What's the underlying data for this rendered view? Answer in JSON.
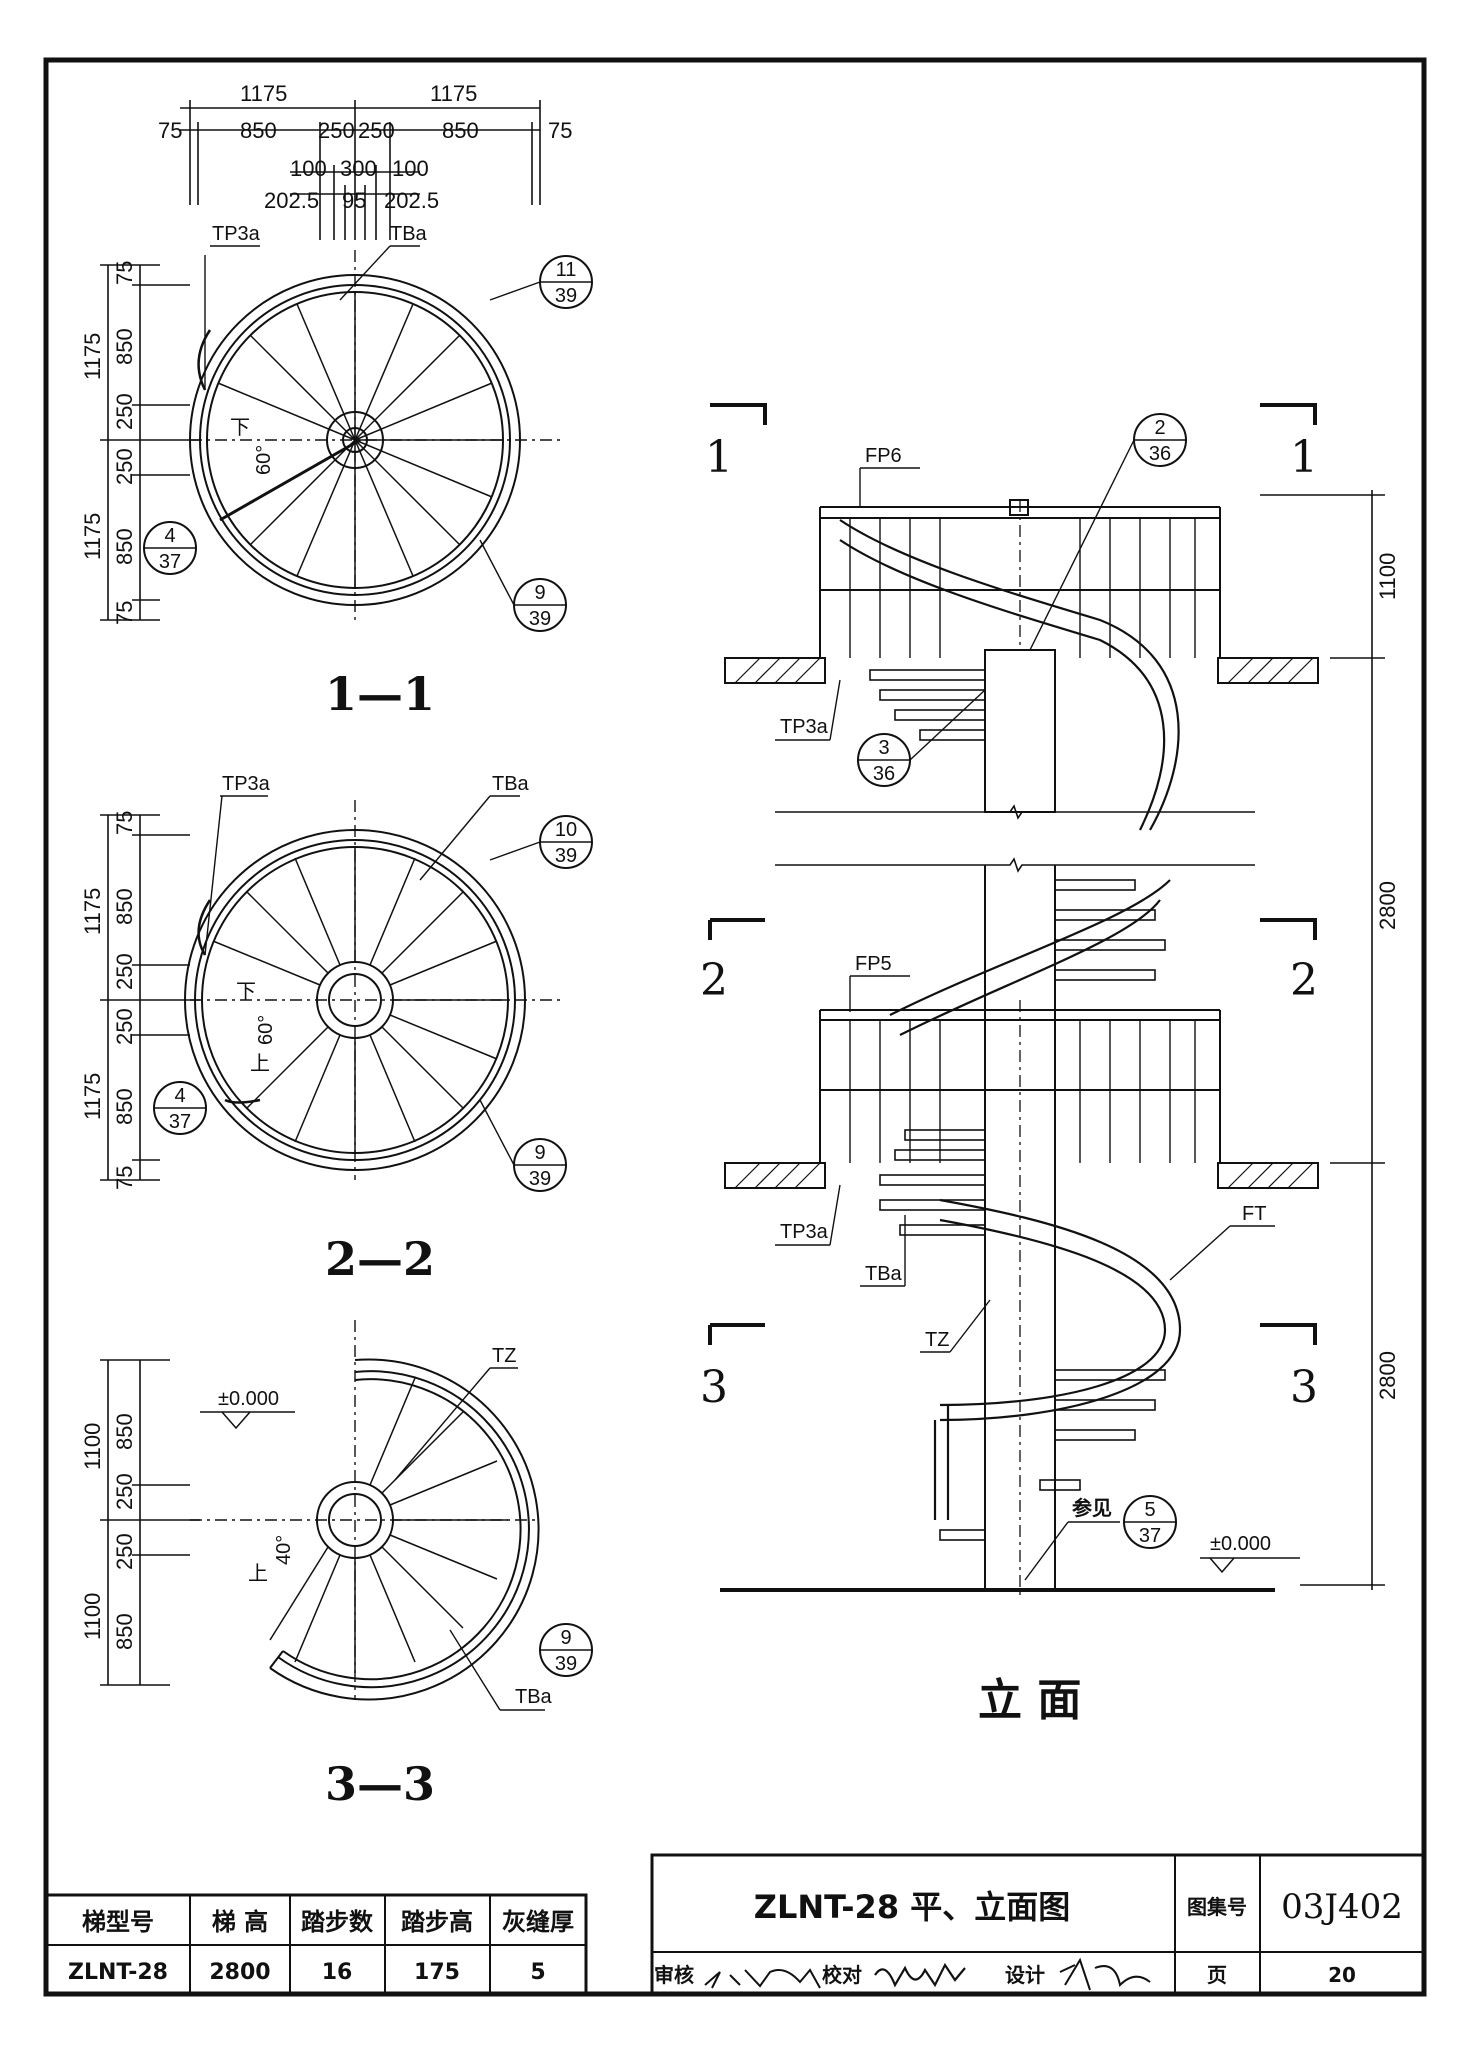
{
  "top_dims": {
    "row1": [
      "1175",
      "1175"
    ],
    "row2": [
      "75",
      "850",
      "250",
      "250",
      "850",
      "75"
    ],
    "row3": [
      "100",
      "300",
      "100"
    ],
    "row4": [
      "202.5",
      "95",
      "202.5"
    ]
  },
  "plan_1": {
    "caption": "1—1",
    "side_dims_outer": [
      "1175",
      "1175"
    ],
    "side_dims_inner": [
      "75",
      "850",
      "250",
      "250",
      "850",
      "75"
    ],
    "labels": {
      "tp": "TP3a",
      "tb": "TBa",
      "down": "下",
      "angle": "60°"
    },
    "refs": [
      {
        "num": "11",
        "den": "39"
      },
      {
        "num": "4",
        "den": "37"
      },
      {
        "num": "9",
        "den": "39"
      }
    ]
  },
  "plan_2": {
    "caption": "2—2",
    "side_dims_outer": [
      "1175",
      "1175"
    ],
    "side_dims_inner": [
      "75",
      "850",
      "250",
      "250",
      "850",
      "75"
    ],
    "labels": {
      "tp": "TP3a",
      "tb": "TBa",
      "down": "下",
      "up": "上",
      "angle": "60°"
    },
    "refs": [
      {
        "num": "10",
        "den": "39"
      },
      {
        "num": "4",
        "den": "37"
      },
      {
        "num": "9",
        "den": "39"
      }
    ]
  },
  "plan_3": {
    "caption": "3—3",
    "side_dims_outer": [
      "1100",
      "1100"
    ],
    "side_dims_inner": [
      "850",
      "250",
      "250",
      "850"
    ],
    "labels": {
      "level": "±0.000",
      "tz": "TZ",
      "tb": "TBa",
      "up": "上",
      "angle": "40°"
    },
    "refs": [
      {
        "num": "9",
        "den": "39"
      }
    ]
  },
  "elevation": {
    "caption": "立 面",
    "section_marks": [
      "1",
      "1",
      "2",
      "2",
      "3",
      "3"
    ],
    "labels": {
      "fp6": "FP6",
      "fp5": "FP5",
      "tp3a_1": "TP3a",
      "tp3a_2": "TP3a",
      "tba": "TBa",
      "tz": "TZ",
      "ft": "FT",
      "see": "参见",
      "level": "±0.000"
    },
    "refs": [
      {
        "num": "2",
        "den": "36"
      },
      {
        "num": "3",
        "den": "36"
      },
      {
        "num": "5",
        "den": "37"
      }
    ],
    "right_dims": [
      "1100",
      "2800",
      "2800"
    ]
  },
  "spec_table": {
    "headers": [
      "梯型号",
      "梯 高",
      "踏步数",
      "踏步高",
      "灰缝厚"
    ],
    "rows": [
      [
        "ZLNT-28",
        "2800",
        "16",
        "175",
        "5"
      ]
    ]
  },
  "title_block": {
    "title": "ZLNT-28 平、立面图",
    "atlas_label": "图集号",
    "atlas_no": "03J402",
    "review_label": "审核",
    "check_label": "校对",
    "design_label": "设计",
    "page_label": "页",
    "page_no": "20"
  }
}
